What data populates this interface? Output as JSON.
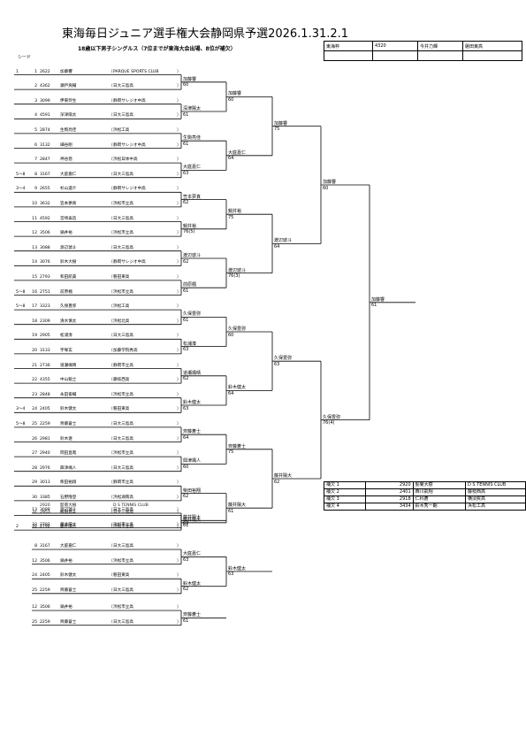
{
  "title": "東海毎日ジュニア選手権大会静岡県予選2026.1.31.2.1",
  "subtitle": "18歳以下男子シングルス（7位までが東海大会出場、8位が補欠）",
  "seed_label": "シード",
  "header_info": [
    "東海枠",
    "4320",
    "今井力輝",
    "磐田東高",
    "",
    "",
    "",
    ""
  ],
  "players": [
    {
      "seed": "1",
      "num": "1",
      "reg": "2622",
      "name": "加藤響",
      "club": "PARQUE SPORTS CLUB"
    },
    {
      "seed": "",
      "num": "2",
      "reg": "4362",
      "name": "瀬戸爽輔",
      "club": "日大三島高"
    },
    {
      "seed": "",
      "num": "3",
      "reg": "3099",
      "name": "伊東玲生",
      "club": "静岡サレジオ中高"
    },
    {
      "seed": "",
      "num": "4",
      "reg": "4591",
      "name": "深津陽太",
      "club": "日大三島高"
    },
    {
      "seed": "",
      "num": "5",
      "reg": "2874",
      "name": "生駒亮佳",
      "club": "浜松工高"
    },
    {
      "seed": "",
      "num": "6",
      "reg": "3132",
      "name": "細谷剛",
      "club": "静岡サレジオ中高"
    },
    {
      "seed": "",
      "num": "7",
      "reg": "2847",
      "name": "神谷悠",
      "club": "浜松日体中高"
    },
    {
      "seed": "5～8",
      "num": "8",
      "reg": "3167",
      "name": "大庭嘉仁",
      "club": "日大三島高"
    },
    {
      "seed": "3～4",
      "num": "9",
      "reg": "2655",
      "name": "杉山遥介",
      "club": "静岡サレジオ中高"
    },
    {
      "seed": "",
      "num": "10",
      "reg": "3632",
      "name": "笠本夢真",
      "club": "浜松市立高"
    },
    {
      "seed": "",
      "num": "11",
      "reg": "4592",
      "name": "宮崎泰造",
      "club": "日大三島高"
    },
    {
      "seed": "",
      "num": "12",
      "reg": "3506",
      "name": "鍋井裕",
      "club": "浜松市立高"
    },
    {
      "seed": "",
      "num": "13",
      "reg": "3088",
      "name": "渡辺琥斗",
      "club": "日大三島高"
    },
    {
      "seed": "",
      "num": "14",
      "reg": "3076",
      "name": "鈴木大樹",
      "club": "静岡サレジオ中高"
    },
    {
      "seed": "",
      "num": "15",
      "reg": "2793",
      "name": "和田航貴",
      "club": "磐田東高"
    },
    {
      "seed": "5～8",
      "num": "16",
      "reg": "2751",
      "name": "前原楓",
      "club": "浜松市立高"
    },
    {
      "seed": "5～8",
      "num": "17",
      "reg": "3323",
      "name": "久保豊弥",
      "club": "浜松工高"
    },
    {
      "seed": "",
      "num": "18",
      "reg": "2309",
      "name": "清水慎太",
      "club": "浜松北高"
    },
    {
      "seed": "",
      "num": "19",
      "reg": "2905",
      "name": "松浦湊",
      "club": "日大三島高"
    },
    {
      "seed": "",
      "num": "20",
      "reg": "3133",
      "name": "宇塚玄",
      "club": "加藤学院秀高"
    },
    {
      "seed": "",
      "num": "21",
      "reg": "2736",
      "name": "道瀬颯晴",
      "club": "静岡市立高"
    },
    {
      "seed": "",
      "num": "22",
      "reg": "4355",
      "name": "中山魁士",
      "club": "藤枝西高"
    },
    {
      "seed": "",
      "num": "23",
      "reg": "2848",
      "name": "永田俊輔",
      "club": "浜松市立高"
    },
    {
      "seed": "3～4",
      "num": "24",
      "reg": "2405",
      "name": "鈴木健太",
      "club": "磐田東高"
    },
    {
      "seed": "5～8",
      "num": "25",
      "reg": "2259",
      "name": "齊藤蒼士",
      "club": "日大三島高"
    },
    {
      "seed": "",
      "num": "26",
      "reg": "2981",
      "name": "鈴木遼",
      "club": "日大三島高"
    },
    {
      "seed": "",
      "num": "27",
      "reg": "2940",
      "name": "岡田直哉",
      "club": "浜松市立高"
    },
    {
      "seed": "",
      "num": "28",
      "reg": "2976",
      "name": "興津颯人",
      "club": "日大三島高"
    },
    {
      "seed": "",
      "num": "29",
      "reg": "3013",
      "name": "柴田裕翔",
      "club": "静岡市立高"
    },
    {
      "seed": "",
      "num": "30",
      "reg": "3385",
      "name": "石野隆登",
      "club": "浜松湖南高"
    },
    {
      "seed": "",
      "num": "31",
      "reg": "2953",
      "name": "飯田悠斗",
      "club": "日大三島高"
    },
    {
      "seed": "2",
      "num": "32",
      "reg": "2792",
      "name": "藤井陽大",
      "club": "浜松市立高"
    }
  ],
  "overlay_row": {
    "reg": "2920",
    "name": "髭菊大樹",
    "club": "D S TENNIS CLUB"
  },
  "r1": [
    {
      "name": "加藤響",
      "score": "60"
    },
    {
      "name": "深津陽太",
      "score": "61"
    },
    {
      "name": "生駒亮佳",
      "score": "61"
    },
    {
      "name": "大庭嘉仁",
      "score": "63"
    },
    {
      "name": "笠本夢真",
      "score": "62"
    },
    {
      "name": "鍋井裕",
      "score": "76(5)"
    },
    {
      "name": "渡辺琥斗",
      "score": "62"
    },
    {
      "name": "前原楓",
      "score": "61"
    },
    {
      "name": "久保豊弥",
      "score": "61"
    },
    {
      "name": "松浦湊",
      "score": "63"
    },
    {
      "name": "道瀬颯晴",
      "score": "62"
    },
    {
      "name": "鈴木健太",
      "score": "63"
    },
    {
      "name": "齊藤蒼士",
      "score": "64"
    },
    {
      "name": "興津颯人",
      "score": "60"
    },
    {
      "name": "柴田裕翔",
      "score": "62"
    },
    {
      "name": "藤井陽大",
      "score": "61"
    }
  ],
  "r2": [
    {
      "name": "加藤響",
      "score": "60"
    },
    {
      "name": "大庭嘉仁",
      "score": "64"
    },
    {
      "name": "鍋井裕",
      "score": "75"
    },
    {
      "name": "渡辺琥斗",
      "score": "76(3)"
    },
    {
      "name": "久保豊弥",
      "score": "60"
    },
    {
      "name": "鈴木健太",
      "score": "64"
    },
    {
      "name": "齊藤蒼士",
      "score": "75"
    },
    {
      "name": "藤井陽大",
      "score": "61"
    }
  ],
  "r3": [
    {
      "name": "加藤響",
      "score": "75"
    },
    {
      "name": "渡辺琥斗",
      "score": "64"
    },
    {
      "name": "久保豊弥",
      "score": "63"
    },
    {
      "name": "藤井陽大",
      "score": "62"
    }
  ],
  "r4": [
    {
      "name": "加藤響",
      "score": "60"
    },
    {
      "name": "久保豊弥",
      "score": "76(4)"
    }
  ],
  "champion": {
    "name": "加藤響",
    "score": "61"
  },
  "playoffs": [
    {
      "players": [
        {
          "num": "13",
          "reg": "3088",
          "name": "渡辺琥斗",
          "club": "日大三島高"
        },
        {
          "num": "32",
          "reg": "2792",
          "name": "藤井陽大",
          "club": "浜松市立高"
        }
      ],
      "winner": {
        "name": "藤井陽大",
        "score": "63"
      }
    },
    {
      "players": [
        {
          "num": "8",
          "reg": "3167",
          "name": "大庭嘉仁",
          "club": "日大三島高"
        },
        {
          "num": "12",
          "reg": "3506",
          "name": "鍋井裕",
          "club": "浜松市立高"
        },
        {
          "num": "24",
          "reg": "2405",
          "name": "鈴木健太",
          "club": "磐田東高"
        },
        {
          "num": "25",
          "reg": "2259",
          "name": "齊藤蒼士",
          "club": "日大三島高"
        }
      ],
      "semis": [
        {
          "name": "大庭嘉仁",
          "score": "63"
        },
        {
          "name": "鈴木健太",
          "score": "62"
        }
      ],
      "winner": {
        "name": "鈴木健太",
        "score": "63"
      }
    },
    {
      "players": [
        {
          "num": "12",
          "reg": "3506",
          "name": "鍋井裕",
          "club": "浜松市立高"
        },
        {
          "num": "25",
          "reg": "2259",
          "name": "齊藤蒼士",
          "club": "日大三島高"
        }
      ],
      "winner": {
        "name": "齊藤蒼士",
        "score": "61"
      }
    }
  ],
  "alternates": [
    {
      "label": "補欠 1",
      "reg": "2920",
      "name": "髭菊大樹",
      "club": "D S TENNIS CLUB"
    },
    {
      "label": "補欠 2",
      "reg": "2401",
      "name": "西川凱翔",
      "club": "藤枝西高"
    },
    {
      "label": "補欠 3",
      "reg": "2918",
      "name": "仁科蒼",
      "club": "横須賀高"
    },
    {
      "label": "補欠 4",
      "reg": "3434",
      "name": "鈴木秀一朗",
      "club": "浜松工高"
    }
  ]
}
